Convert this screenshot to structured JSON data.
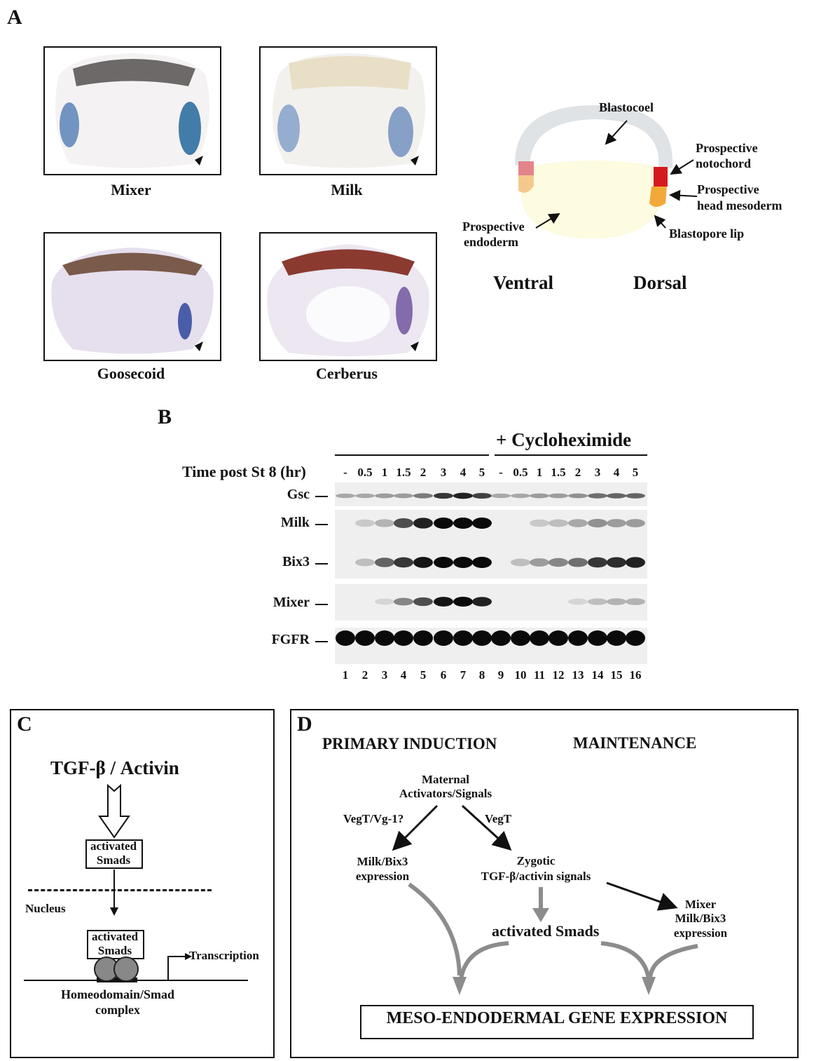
{
  "panel_a": {
    "letter": "A",
    "captions": [
      "Mixer",
      "Milk",
      "Goosecoid",
      "Cerberus"
    ],
    "diagram": {
      "blastocoel": "Blastocoel",
      "notochord": "Prospective notochord",
      "notochord_l1": "Prospective",
      "notochord_l2": "notochord",
      "head_l1": "Prospective",
      "head_l2": "head mesoderm",
      "endo_l1": "Prospective",
      "endo_l2": "endoderm",
      "lip": "Blastopore lip",
      "ventral": "Ventral",
      "dorsal": "Dorsal"
    }
  },
  "panel_b": {
    "letter": "B",
    "treatment": "+ Cycloheximide",
    "time_label": "Time post St 8 (hr)",
    "timepoints": [
      "-",
      "0.5",
      "1",
      "1.5",
      "2",
      "3",
      "4",
      "5",
      "-",
      "0.5",
      "1",
      "1.5",
      "2",
      "3",
      "4",
      "5"
    ],
    "genes": [
      "Gsc",
      "Milk",
      "Bix3",
      "Mixer",
      "FGFR"
    ],
    "lanes": [
      "1",
      "2",
      "3",
      "4",
      "5",
      "6",
      "7",
      "8",
      "9",
      "10",
      "11",
      "12",
      "13",
      "14",
      "15",
      "16"
    ]
  },
  "panel_c": {
    "letter": "C",
    "title": "TGF-β / Activin",
    "box1_l1": "activated",
    "box1_l2": "Smads",
    "nucleus": "Nucleus",
    "box2_l1": "activated",
    "box2_l2": "Smads",
    "transcription": "Transcription",
    "complex_l1": "Homeodomain/Smad",
    "complex_l2": "complex"
  },
  "panel_d": {
    "letter": "D",
    "primary": "PRIMARY INDUCTION",
    "maintenance": "MAINTENANCE",
    "maternal_l1": "Maternal",
    "maternal_l2": "Activators/Signals",
    "vegt_vg1": "VegT/Vg-1?",
    "vegt": "VegT",
    "milkbix_l1": "Milk/Bix3",
    "milkbix_l2": "expression",
    "zygotic_l1": "Zygotic",
    "zygotic_l2": "TGF-β/activin signals",
    "smads": "activated Smads",
    "mixer_l1": "Mixer",
    "mixer_l2": "Milk/Bix3",
    "mixer_l3": "expression",
    "final": "MESO-ENDODERMAL GENE EXPRESSION"
  }
}
